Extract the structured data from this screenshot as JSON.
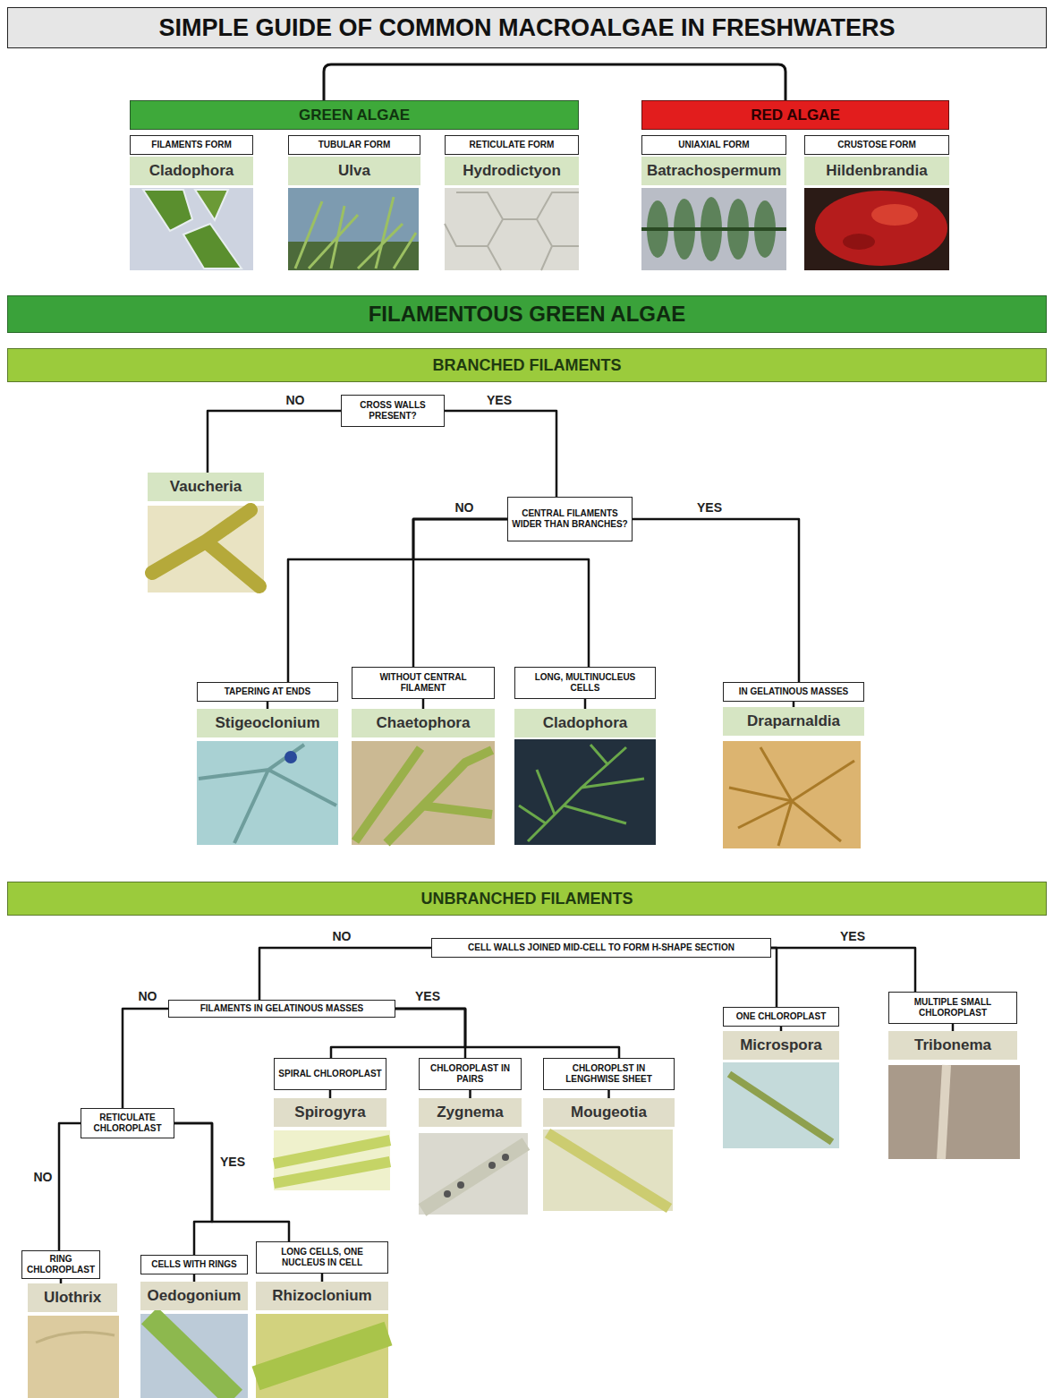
{
  "diagram": {
    "title": "SIMPLE GUIDE OF COMMON MACROALGAE IN FRESHWATERS",
    "nodes": [
      {
        "text": [
          "GREEN ALGAE"
        ]
      },
      {
        "text": [
          "RED ALGAE"
        ]
      },
      {
        "text": [
          "FILAMENTS FORM"
        ]
      },
      {
        "text": [
          "Cladophora"
        ]
      },
      {
        "text": [
          "TUBULAR FORM"
        ]
      },
      {
        "text": [
          "Ulva"
        ]
      },
      {
        "text": [
          "RETICULATE FORM"
        ]
      },
      {
        "text": [
          "Hydrodictyon"
        ]
      },
      {
        "text": [
          "UNIAXIAL FORM"
        ]
      },
      {
        "text": [
          "Batrachospermum"
        ]
      },
      {
        "text": [
          "CRUSTOSE FORM"
        ]
      },
      {
        "text": [
          "Hildenbrandia"
        ]
      },
      {
        "text": [
          "FILAMENTOUS GREEN ALGAE"
        ]
      },
      {
        "text": [
          "BRANCHED FILAMENTS"
        ]
      },
      {
        "text": [
          "CROSS WALLS PRESENT?"
        ]
      },
      {
        "text": [
          "Vaucheria"
        ]
      },
      {
        "text": [
          "CENTRAL FILAMENTS WIDER THAN BRANCHES?"
        ]
      },
      {
        "text": [
          "TAPERING AT ENDS"
        ]
      },
      {
        "text": [
          "Stigeoclonium"
        ]
      },
      {
        "text": [
          "WITHOUT CENTRAL FILAMENT"
        ]
      },
      {
        "text": [
          "Chaetophora"
        ]
      },
      {
        "text": [
          "LONG, MULTINUCLEUS CELLS"
        ]
      },
      {
        "text": [
          "Cladophora"
        ]
      },
      {
        "text": [
          "IN GELATINOUS MASSES"
        ]
      },
      {
        "text": [
          "Draparnaldia"
        ]
      },
      {
        "text": [
          "UNBRANCHED FILAMENTS"
        ]
      },
      {
        "text": [
          "CELL WALLS JOINED MID-CELL TO FORM H-SHAPE SECTION"
        ]
      },
      {
        "text": [
          "FILAMENTS IN GELATINOUS MASSES"
        ]
      },
      {
        "text": [
          "SPIRAL CHLOROPLAST"
        ]
      },
      {
        "text": [
          "Spirogyra"
        ]
      },
      {
        "text": [
          "CHLOROPLAST IN PAIRS"
        ]
      },
      {
        "text": [
          "Zygnema"
        ]
      },
      {
        "text": [
          "CHLOROPLST IN LENGHWISE SHEET"
        ]
      },
      {
        "text": [
          "Mougeotia"
        ]
      },
      {
        "text": [
          "ONE CHLOROPLAST"
        ]
      },
      {
        "text": [
          "Microspora"
        ]
      },
      {
        "text": [
          "MULTIPLE SMALL CHLOROPLAST"
        ]
      },
      {
        "text": [
          "Tribonema"
        ]
      },
      {
        "text": [
          "RETICULATE CHLOROPLAST"
        ]
      },
      {
        "text": [
          "RING CHLOROPLAST"
        ]
      },
      {
        "text": [
          "Ulothrix"
        ]
      },
      {
        "text": [
          "CELLS WITH RINGS"
        ]
      },
      {
        "text": [
          "Oedogonium"
        ]
      },
      {
        "text": [
          "LONG CELLS, ONE NUCLEUS IN CELL"
        ]
      },
      {
        "text": [
          "Rhizoclonium"
        ]
      }
    ],
    "edges": [
      {
        "from": 14,
        "to": 15,
        "arrow": "none",
        "label": "NO"
      },
      {
        "from": 14,
        "to": 16,
        "arrow": "none",
        "label": "YES"
      },
      {
        "from": 16,
        "to": 17,
        "arrow": "none"
      },
      {
        "from": 16,
        "to": 19,
        "arrow": "none",
        "label": "NO"
      },
      {
        "from": 16,
        "to": 21,
        "arrow": "none"
      },
      {
        "from": 16,
        "to": 23,
        "arrow": "none",
        "label": "YES"
      },
      {
        "from": 17,
        "to": 18,
        "arrow": "none"
      },
      {
        "from": 19,
        "to": 20,
        "arrow": "none"
      },
      {
        "from": 21,
        "to": 22,
        "arrow": "none"
      },
      {
        "from": 23,
        "to": 24,
        "arrow": "none"
      },
      {
        "from": 26,
        "to": 27,
        "arrow": "none",
        "label": "NO"
      },
      {
        "from": 26,
        "to": 34,
        "arrow": "none"
      },
      {
        "from": 26,
        "to": 36,
        "arrow": "none",
        "label": "YES"
      },
      {
        "from": 27,
        "to": 38,
        "arrow": "none",
        "label": "NO"
      },
      {
        "from": 27,
        "to": 28,
        "arrow": "none"
      },
      {
        "from": 27,
        "to": 30,
        "arrow": "none",
        "label": "YES"
      },
      {
        "from": 27,
        "to": 32,
        "arrow": "none"
      },
      {
        "from": 28,
        "to": 29,
        "arrow": "none"
      },
      {
        "from": 30,
        "to": 31,
        "arrow": "none"
      },
      {
        "from": 32,
        "to": 33,
        "arrow": "none"
      },
      {
        "from": 34,
        "to": 35,
        "arrow": "none"
      },
      {
        "from": 36,
        "to": 37,
        "arrow": "none"
      },
      {
        "from": 38,
        "to": 39,
        "arrow": "none",
        "label": "NO"
      },
      {
        "from": 38,
        "to": 41,
        "arrow": "none"
      },
      {
        "from": 38,
        "to": 43,
        "arrow": "none",
        "label": "YES"
      },
      {
        "from": 39,
        "to": 40,
        "arrow": "none"
      },
      {
        "from": 41,
        "to": 42,
        "arrow": "none"
      },
      {
        "from": 43,
        "to": 44,
        "arrow": "none"
      }
    ]
  }
}
